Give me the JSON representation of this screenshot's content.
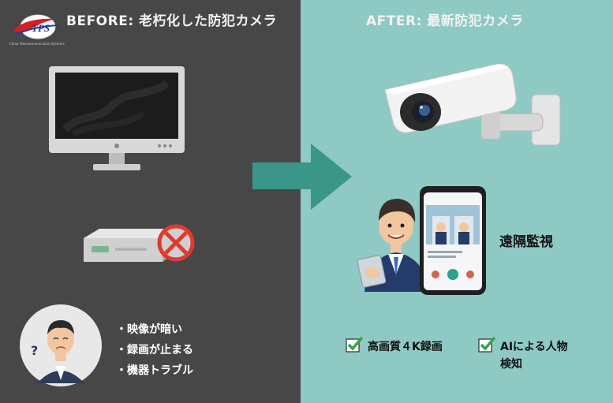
{
  "logo": {
    "text": "TPS",
    "caption": "China Telecommunication Systems"
  },
  "before": {
    "header": "BEFORE: 老朽化した防犯カメラ",
    "issues": [
      "・映像が暗い",
      "・録画が止まる",
      "・機器トラブル"
    ]
  },
  "after": {
    "header": "AFTER: 最新防犯カメラ",
    "remote_label": "遠隔監視",
    "features": [
      "高画質４K録画",
      "AIによる人物",
      "検知"
    ]
  },
  "colors": {
    "left_bg": "#474747",
    "right_bg": "#8fc9c4",
    "arrow": "#3a9688",
    "check": "#35a544",
    "prohibit": "#e03a30"
  }
}
